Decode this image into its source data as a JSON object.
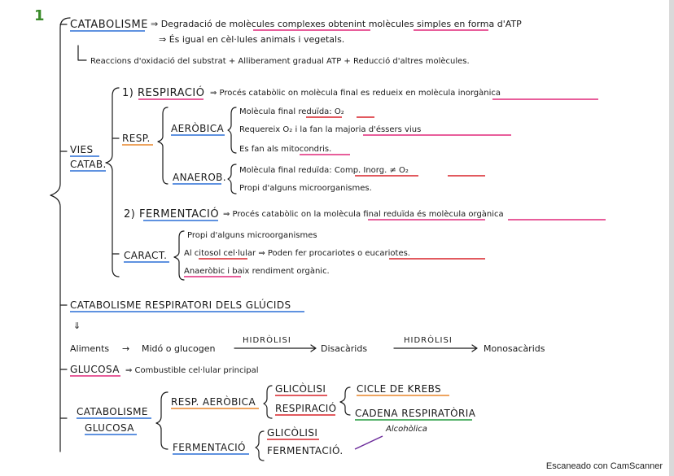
{
  "page_number": "1",
  "catabolisme": {
    "title": "CATABOLISME",
    "line1": "⇒ Degradació de molècules complexes obtenint molècules simples en forma d'ATP",
    "line2": "⇒ És igual en cèl·lules animals i vegetals.",
    "line3": "Reaccions d'oxidació del substrat + Alliberament gradual ATP + Reducció d'altres molècules."
  },
  "vies": {
    "label_1": "VIES",
    "label_2": "CATAB.",
    "respiracio": {
      "title": "1) RESPIRACIÓ",
      "desc": "⇒ Procés catabòlic on molècula final es redueix en molècula inorgànica",
      "resp_label": "RESP.",
      "aerobica": {
        "label": "AERÒBICA",
        "items": [
          "Molècula final reduïda: O₂",
          "Requereix O₂ i la fan la majoria d'éssers vius",
          "Es fan als mitocondris."
        ]
      },
      "anaerob": {
        "label": "ANAEROB.",
        "items": [
          "Molècula final reduïda: Comp. Inorg. ≠ O₂",
          "Propi d'alguns microorganismes."
        ]
      }
    },
    "fermentacio": {
      "title": "2) FERMENTACIÓ",
      "desc": "⇒ Procés catabòlic on la molècula final reduïda és molècula orgànica",
      "caract_label": "CARACT.",
      "items": [
        "Propi d'alguns microorganismes",
        "Al citosol cel·lular ⇒ Poden fer procariotes o eucariotes.",
        "Anaeròbic i baix rendiment orgànic."
      ]
    }
  },
  "glucids": {
    "title": "CATABOLISME RESPIRATORI DELS GLÚCIDS",
    "arrow": "⇓",
    "chain": {
      "aliments": "Aliments",
      "arrow1": "→",
      "mido": "Midó o glucogen",
      "hidrolisi_1": "HIDRÒLISI",
      "disacarids": "Disacàrids",
      "hidrolisi_2": "HIDRÒLISI",
      "monosacarids": "Monosacàrids"
    },
    "glucosa_label": "GLUCOSA",
    "glucosa_desc": "⇒ Combustible cel·lular principal",
    "cat_label_1": "CATABOLISME",
    "cat_label_2": "GLUCOSA",
    "resp_aerobica": "RESP. AERÒBICA",
    "glicolisi_1": "GLICÒLISI",
    "respiracio": "RESPIRACIÓ",
    "cicle_krebs": "CICLE DE KREBS",
    "cadena": "CADENA RESPIRATÒRIA",
    "fermentacio": "FERMENTACIÓ",
    "glicolisi_2": "GLICÒLISI",
    "fermentacio_2": "FERMENTACIÓ.",
    "alcoholica": "Alcohòlica"
  },
  "footer": "Escaneado con CamScanner",
  "colors": {
    "blue": "#2a6fd6",
    "pink": "#e0297a",
    "orange": "#e8862a",
    "red": "#d8232a",
    "green": "#1f9a3a",
    "page_number_green": "#3a8a2a"
  }
}
